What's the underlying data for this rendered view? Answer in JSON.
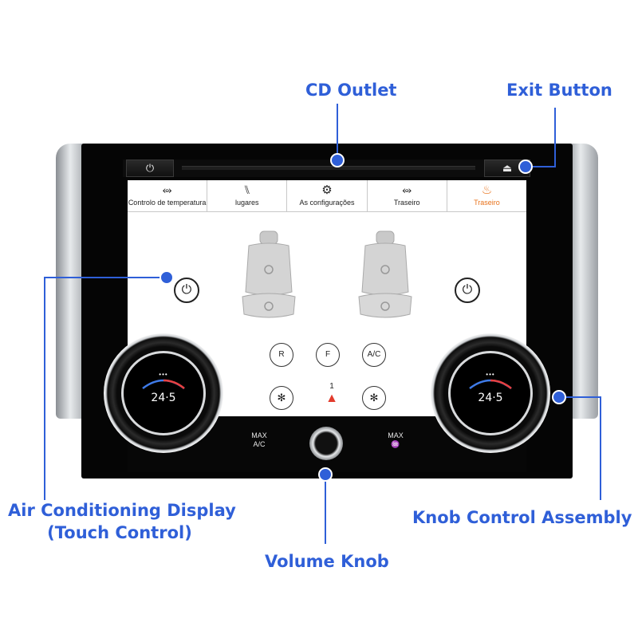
{
  "callouts": {
    "cd_outlet": "CD Outlet",
    "exit_button": "Exit Button",
    "ac_display_line1": "Air Conditioning Display",
    "ac_display_line2": "(Touch Control)",
    "knob_assembly": "Knob Control Assembly",
    "volume_knob": "Volume Knob"
  },
  "topbar": {
    "power_icon": "power-icon",
    "eject_icon": "eject-icon",
    "power_glyph": "⏻",
    "eject_glyph": "⏏"
  },
  "tabs": [
    {
      "label": "Controlo de temperatura",
      "icon": "seat-airflow-icon",
      "glyph": "⥈"
    },
    {
      "label": "lugares",
      "icon": "seats-icon",
      "glyph": "⑊"
    },
    {
      "label": "As configurações",
      "icon": "gear-icon",
      "glyph": "⚙"
    },
    {
      "label": "Traseiro",
      "icon": "rear-seat-airflow-icon",
      "glyph": "⥈"
    },
    {
      "label": "Traseiro",
      "icon": "rear-seat-heat-icon",
      "glyph": "♨",
      "active": true
    }
  ],
  "controls": {
    "rear_defrost": "R",
    "front_defrost": "F",
    "ac": "A/C",
    "hazard_number": "1",
    "fan_glyph": "✻",
    "power_glyph": "⏻",
    "hazard_glyph": "▲"
  },
  "bottom": {
    "max_ac_line1": "MAX",
    "max_ac_line2": "A/C",
    "max_defrost_line1": "MAX",
    "max_defrost_glyph": "♒"
  },
  "knobs": {
    "left_temp": "24·5",
    "right_temp": "24·5",
    "dots": "•••"
  },
  "colors": {
    "accent": "#2f5fd8",
    "active_tab": "#e8731c",
    "hazard": "#e23b2c"
  }
}
